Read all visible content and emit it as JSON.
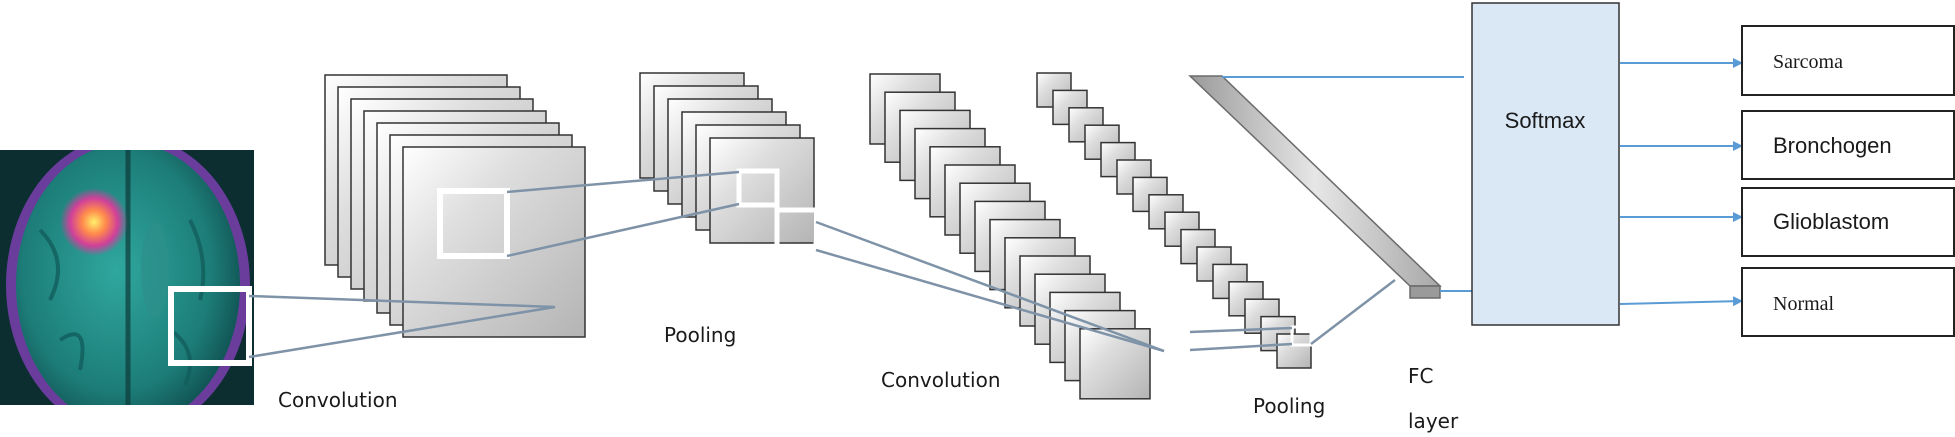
{
  "labels": {
    "conv1": "Convolution",
    "pool1": "Pooling",
    "conv2": "Convolution",
    "pool2": "Pooling",
    "fc_line1": "FC",
    "fc_line2": "layer",
    "softmax": "Softmax"
  },
  "outputs": [
    "Sarcoma",
    "Bronchogen",
    "Glioblastom",
    "Normal"
  ],
  "colors": {
    "arrow": "#5b9bd5",
    "softmax_fill": "#dae8f6",
    "connector": "#7f93a8",
    "map_stroke": "#333333",
    "scan_bg": "#0d3a3a",
    "scan_tissue": "#1f8f8a"
  }
}
